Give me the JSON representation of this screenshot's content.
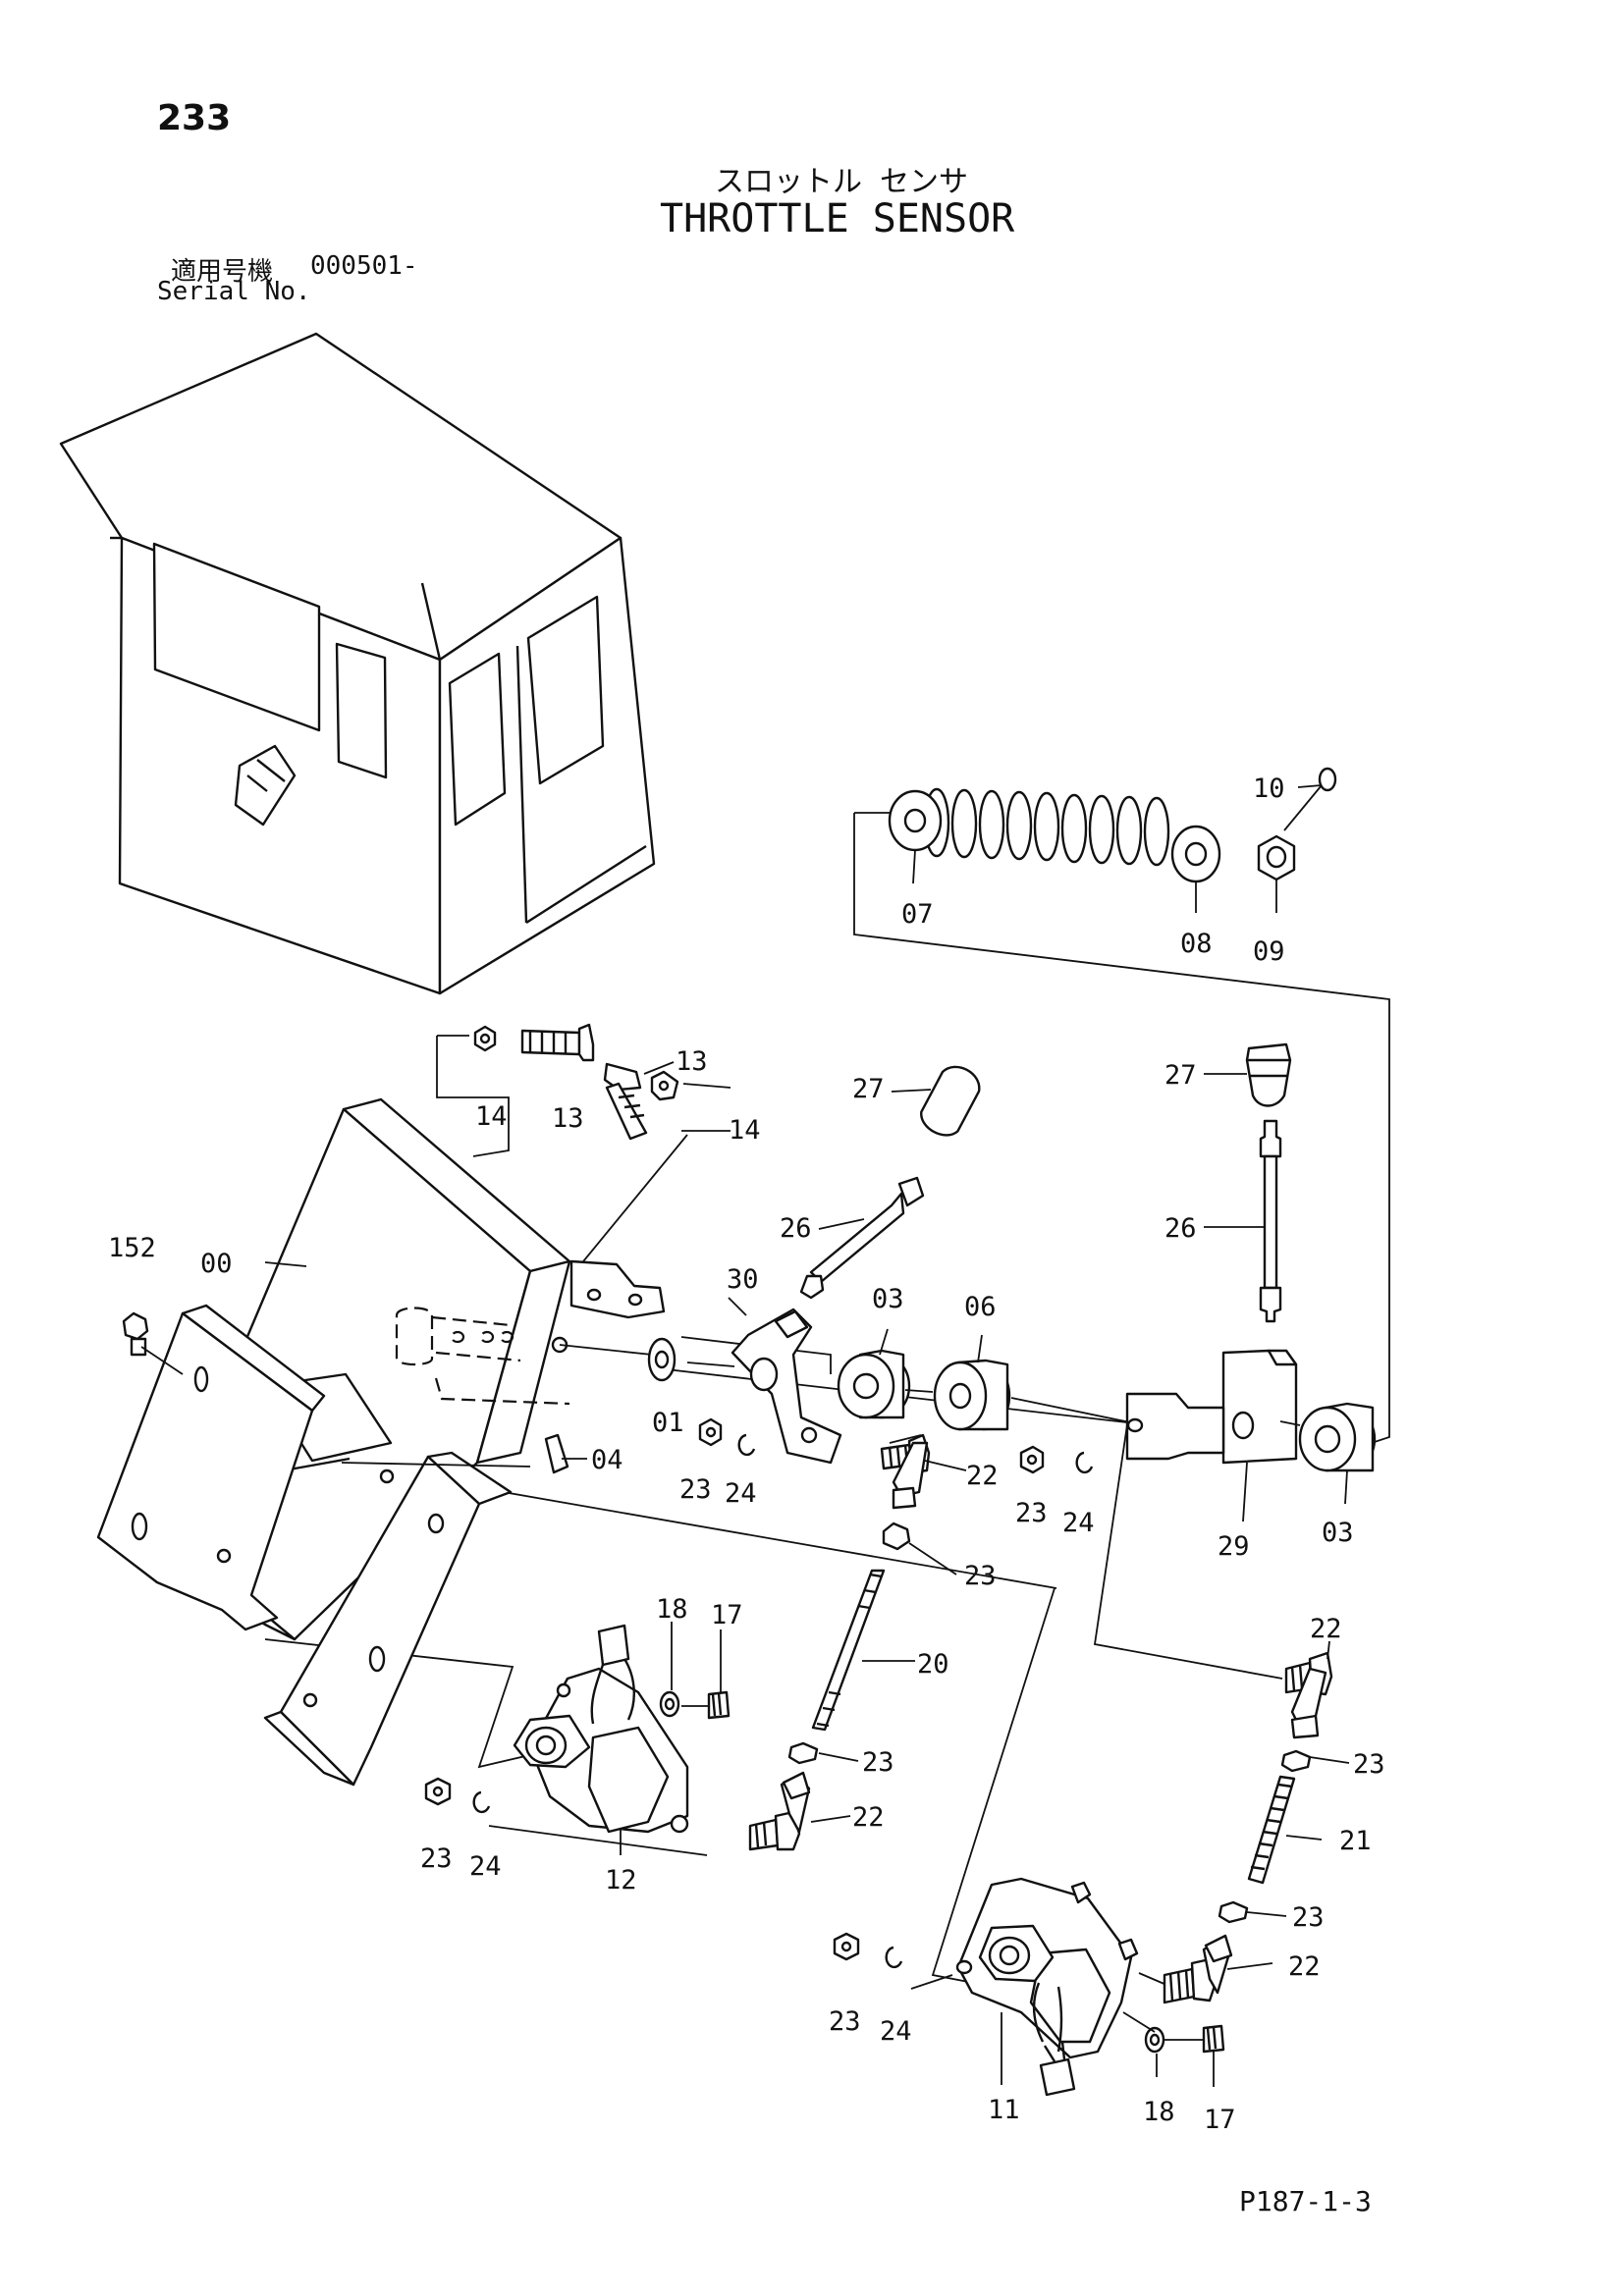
{
  "page_number": "233",
  "title_japanese": "スロットル センサ",
  "title_english": "THROTTLE SENSOR",
  "serial_label_japanese": "適用号機",
  "serial_value": "000501-",
  "serial_label_english": "Serial No.",
  "plate_number": "P187-1-3",
  "callouts": {
    "c00": "00",
    "c01": "01",
    "c03a": "03",
    "c03b": "03",
    "c04": "04",
    "c06": "06",
    "c07": "07",
    "c08": "08",
    "c09": "09",
    "c10": "10",
    "c11": "11",
    "c12": "12",
    "c13a": "13",
    "c13b": "13",
    "c14a": "14",
    "c14b": "14",
    "c152": "152",
    "c17a": "17",
    "c17b": "17",
    "c18a": "18",
    "c18b": "18",
    "c20": "20",
    "c21": "21",
    "c22a": "22",
    "c22b": "22",
    "c22c": "22",
    "c22d": "22",
    "c23a": "23",
    "c23b": "23",
    "c23c": "23",
    "c23d": "23",
    "c23e": "23",
    "c23f": "23",
    "c23g": "23",
    "c23h": "23",
    "c24a": "24",
    "c24b": "24",
    "c24c": "24",
    "c24d": "24",
    "c26a": "26",
    "c26b": "26",
    "c27a": "27",
    "c27b": "27",
    "c29": "29",
    "c30": "30"
  }
}
